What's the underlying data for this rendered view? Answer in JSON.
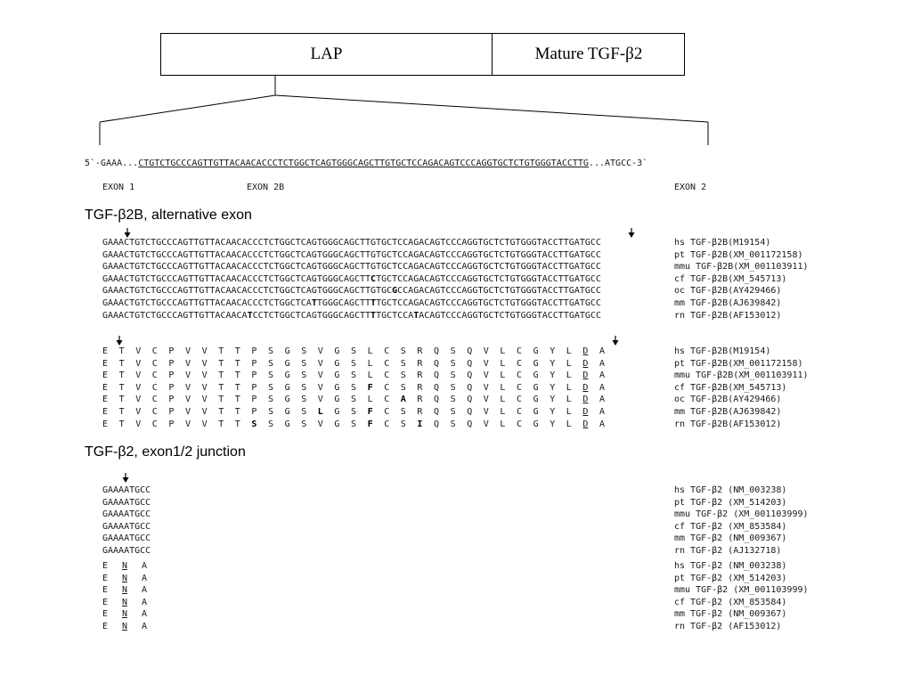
{
  "domains": {
    "lap": "LAP",
    "mature": "Mature TGF-β2"
  },
  "genomic": {
    "prefix": "5`-GAAA...",
    "exon2b_seq": "CTGTCTGCCCAGTTGTTACAACACCCTCTGGCTCAGTGGGCAGCTTGTGCTCCAGACAGTCCCAGGTGCTCTGTGGGTACCTTG",
    "suffix": "...ATGCC-3`",
    "exon_labels": [
      "EXON 1",
      "EXON 2B",
      "EXON 2"
    ]
  },
  "section_alt": {
    "title": "TGF-β2B, alternative exon",
    "nt_rows": [
      {
        "seq": [
          {
            "t": "GAAACTGTCTGCCCAGTTGTTACAACACCCTCTGGCTCAGTGGGCAGCTTGTGCTCCAGACAGTCCCAGGTGCTCTGTGGGTACCTTGATGCC"
          }
        ],
        "label": "hs TGF-β2B(M19154)"
      },
      {
        "seq": [
          {
            "t": "GAAACTGTCTGCCCAGTTGTTACAACACCCTCTGGCTCAGTGGGCAGCTTGTGCTCCAGACAGTCCCAGGTGCTCTGTGGGTACCTTGATGCC"
          }
        ],
        "label": "pt TGF-β2B(XM_001172158)"
      },
      {
        "seq": [
          {
            "t": "GAAACTGTCTGCCCAGTTGTTACAACACCCTCTGGCTCAGTGGGCAGCTTGTGCTCCAGACAGTCCCAGGTGCTCTGTGGGTACCTTGATGCC"
          }
        ],
        "label": "mmu TGF-β2B(XM_001103911)"
      },
      {
        "seq": [
          {
            "t": "GAAACTGTCTGCCCAGTTGTTACAACACCCTCTGGCTCAGTGGGCAGCTT"
          },
          {
            "t": "C",
            "b": true
          },
          {
            "t": "TGCTCCAGACAGTCCCAGGTGCTCTGTGGGTACCTTGATGCC"
          }
        ],
        "label": "cf TGF-β2B(XM_545713)"
      },
      {
        "seq": [
          {
            "t": "GAAACTGTCTGCCCAGTTGTTACAACACCCTCTGGCTCAGTGGGCAGCTTGTGC"
          },
          {
            "t": "G",
            "b": true
          },
          {
            "t": "CCAGACAGTCCCAGGTGCTCTGTGGGTACCTTGATGCC"
          }
        ],
        "label": "oc TGF-β2B(AY429466)"
      },
      {
        "seq": [
          {
            "t": "GAAACTGTCTGCCCAGTTGTTACAACACCCTCTGGCTCA"
          },
          {
            "t": "T",
            "b": true
          },
          {
            "t": "TGGGCAGCTT"
          },
          {
            "t": "T",
            "b": true
          },
          {
            "t": "TGCTCCAGACAGTCCCAGGTGCTCTGTGGGTACCTTGATGCC"
          }
        ],
        "label": "mm TGF-β2B(AJ639842)"
      },
      {
        "seq": [
          {
            "t": "GAAACTGTCTGCCCAGTTGTTACAACA"
          },
          {
            "t": "T",
            "b": true
          },
          {
            "t": "CCTCTGGCTCAGTGGGCAGCTT"
          },
          {
            "t": "T",
            "b": true
          },
          {
            "t": "TGCTCCA"
          },
          {
            "t": "T",
            "b": true
          },
          {
            "t": "ACAGTCCCAGGTGCTCTGTGGGTACCTTGATGCC"
          }
        ],
        "label": "rn TGF-β2B(AF153012)"
      }
    ],
    "aa_rows": [
      {
        "aa": [
          "E",
          "T",
          "V",
          "C",
          "P",
          "V",
          "V",
          "T",
          "T",
          "P",
          "S",
          "G",
          "S",
          "V",
          "G",
          "S",
          "L",
          "C",
          "S",
          "R",
          "Q",
          "S",
          "Q",
          "V",
          "L",
          "C",
          "G",
          "Y",
          "L",
          "D",
          "A"
        ],
        "bold": [],
        "label": "hs TGF-β2B(M19154)"
      },
      {
        "aa": [
          "E",
          "T",
          "V",
          "C",
          "P",
          "V",
          "V",
          "T",
          "T",
          "P",
          "S",
          "G",
          "S",
          "V",
          "G",
          "S",
          "L",
          "C",
          "S",
          "R",
          "Q",
          "S",
          "Q",
          "V",
          "L",
          "C",
          "G",
          "Y",
          "L",
          "D",
          "A"
        ],
        "bold": [],
        "label": "pt TGF-β2B(XM_001172158)"
      },
      {
        "aa": [
          "E",
          "T",
          "V",
          "C",
          "P",
          "V",
          "V",
          "T",
          "T",
          "P",
          "S",
          "G",
          "S",
          "V",
          "G",
          "S",
          "L",
          "C",
          "S",
          "R",
          "Q",
          "S",
          "Q",
          "V",
          "L",
          "C",
          "G",
          "Y",
          "L",
          "D",
          "A"
        ],
        "bold": [],
        "label": "mmu TGF-β2B(XM_001103911)"
      },
      {
        "aa": [
          "E",
          "T",
          "V",
          "C",
          "P",
          "V",
          "V",
          "T",
          "T",
          "P",
          "S",
          "G",
          "S",
          "V",
          "G",
          "S",
          "F",
          "C",
          "S",
          "R",
          "Q",
          "S",
          "Q",
          "V",
          "L",
          "C",
          "G",
          "Y",
          "L",
          "D",
          "A"
        ],
        "bold": [
          16
        ],
        "label": "cf TGF-β2B(XM_545713)"
      },
      {
        "aa": [
          "E",
          "T",
          "V",
          "C",
          "P",
          "V",
          "V",
          "T",
          "T",
          "P",
          "S",
          "G",
          "S",
          "V",
          "G",
          "S",
          "L",
          "C",
          "A",
          "R",
          "Q",
          "S",
          "Q",
          "V",
          "L",
          "C",
          "G",
          "Y",
          "L",
          "D",
          "A"
        ],
        "bold": [
          18
        ],
        "label": "oc TGF-β2B(AY429466)"
      },
      {
        "aa": [
          "E",
          "T",
          "V",
          "C",
          "P",
          "V",
          "V",
          "T",
          "T",
          "P",
          "S",
          "G",
          "S",
          "L",
          "G",
          "S",
          "F",
          "C",
          "S",
          "R",
          "Q",
          "S",
          "Q",
          "V",
          "L",
          "C",
          "G",
          "Y",
          "L",
          "D",
          "A"
        ],
        "bold": [
          13,
          16
        ],
        "label": "mm TGF-β2B(AJ639842)"
      },
      {
        "aa": [
          "E",
          "T",
          "V",
          "C",
          "P",
          "V",
          "V",
          "T",
          "T",
          "S",
          "S",
          "G",
          "S",
          "V",
          "G",
          "S",
          "F",
          "C",
          "S",
          "I",
          "Q",
          "S",
          "Q",
          "V",
          "L",
          "C",
          "G",
          "Y",
          "L",
          "D",
          "A"
        ],
        "bold": [
          9,
          16,
          19
        ],
        "label": "rn TGF-β2B(AF153012)"
      }
    ],
    "aa_underline": [
      29
    ]
  },
  "section_junction": {
    "title": "TGF-β2, exon1/2 junction",
    "nt_rows": [
      {
        "seq": "GAAAATGCC",
        "label": "hs TGF-β2 (NM_003238)"
      },
      {
        "seq": "GAAAATGCC",
        "label": "pt TGF-β2 (XM_514203)"
      },
      {
        "seq": "GAAAATGCC",
        "label": "mmu TGF-β2 (XM_001103999)"
      },
      {
        "seq": "GAAAATGCC",
        "label": "cf TGF-β2 (XM_853584)"
      },
      {
        "seq": "GAAAATGCC",
        "label": "mm TGF-β2 (NM_009367)"
      },
      {
        "seq": "GAAAATGCC",
        "label": "rn TGF-β2 (AJ132718)"
      }
    ],
    "aa_rows": [
      {
        "aa": [
          "E",
          "N",
          "A"
        ],
        "label": "hs TGF-β2 (NM_003238)"
      },
      {
        "aa": [
          "E",
          "N",
          "A"
        ],
        "label": "pt TGF-β2 (XM_514203)"
      },
      {
        "aa": [
          "E",
          "N",
          "A"
        ],
        "label": "mmu TGF-β2 (XM_001103999)"
      },
      {
        "aa": [
          "E",
          "N",
          "A"
        ],
        "label": "cf TGF-β2 (XM_853584)"
      },
      {
        "aa": [
          "E",
          "N",
          "A"
        ],
        "label": "mm TGF-β2 (NM_009367)"
      },
      {
        "aa": [
          "E",
          "N",
          "A"
        ],
        "label": "rn TGF-β2 (AF153012)"
      }
    ],
    "aa_underline": [
      1
    ]
  }
}
